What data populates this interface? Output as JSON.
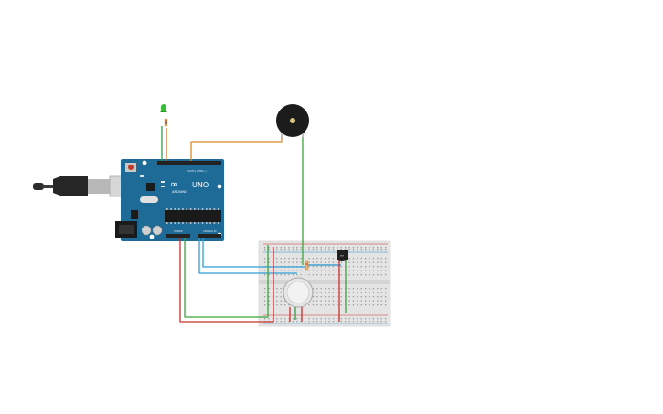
{
  "board": {
    "model_label": "UNO",
    "brand_label": "ARDUINO",
    "logo_text": "∞",
    "digital_header_label": "DIGITAL (PWM~)",
    "power_header_label": "POWER",
    "analog_header_label": "ANALOG IN"
  },
  "wire_colors": {
    "led": "#2f9e45",
    "buzzer": "#d98a25",
    "signal": "#2f9fd6",
    "ground": "#3aa63a",
    "power": "#c9302c",
    "vcc": "#1f8fd0"
  },
  "colors": {
    "board_blue": "#1f6b97",
    "breadboard": "#e4e4e4",
    "sensor_silver": "#e6e6e6",
    "buzzer_black": "#1c1c1c",
    "led_green": "#3dbb3d"
  }
}
